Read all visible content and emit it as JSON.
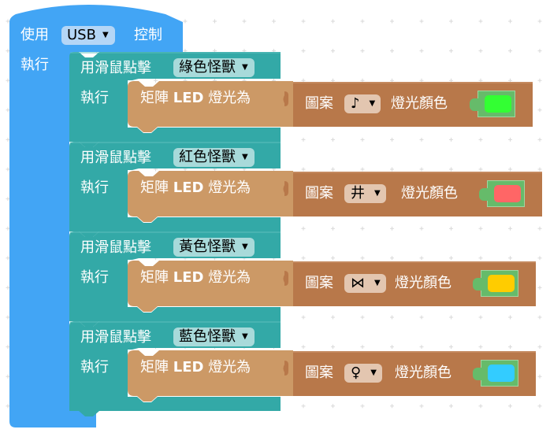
{
  "outer_block": {
    "prefix": "使用",
    "connection": "USB",
    "suffix": "控制",
    "do_label": "執行",
    "color": "#42a5f5"
  },
  "event_blocks": [
    {
      "prefix": "用滑鼠點擊",
      "monster": "綠色怪獸",
      "do_label": "執行",
      "action": {
        "prefix": "矩陣",
        "bold": "LED",
        "suffix": "燈光為"
      },
      "pattern": {
        "label": "圖案",
        "icon": "♪",
        "icon_name": "music-note-icon",
        "color_label": "燈光顏色",
        "color": "#33ff33"
      }
    },
    {
      "prefix": "用滑鼠點擊",
      "monster": "紅色怪獸",
      "do_label": "執行",
      "action": {
        "prefix": "矩陣",
        "bold": "LED",
        "suffix": "燈光為"
      },
      "pattern": {
        "label": "圖案",
        "icon": "井",
        "icon_name": "hash-grid-icon",
        "color_label": "燈光顏色",
        "color": "#ff6666"
      }
    },
    {
      "prefix": "用滑鼠點擊",
      "monster": "黃色怪獸",
      "do_label": "執行",
      "action": {
        "prefix": "矩陣",
        "bold": "LED",
        "suffix": "燈光為"
      },
      "pattern": {
        "label": "圖案",
        "icon": "⋈",
        "icon_name": "bowtie-icon",
        "color_label": "燈光顏色",
        "color": "#ffcc00"
      }
    },
    {
      "prefix": "用滑鼠點擊",
      "monster": "藍色怪獸",
      "do_label": "執行",
      "action": {
        "prefix": "矩陣",
        "bold": "LED",
        "suffix": "燈光為"
      },
      "pattern": {
        "label": "圖案",
        "icon": "♀",
        "icon_name": "female-sign-icon",
        "color_label": "燈光顏色",
        "color": "#33ccff"
      }
    }
  ],
  "dropdown_arrow": "▼",
  "colors": {
    "event_block": "#33a9a7",
    "action_block": "#cc9966",
    "pattern_block": "#b8784a",
    "color_block": "#66bb6a"
  }
}
